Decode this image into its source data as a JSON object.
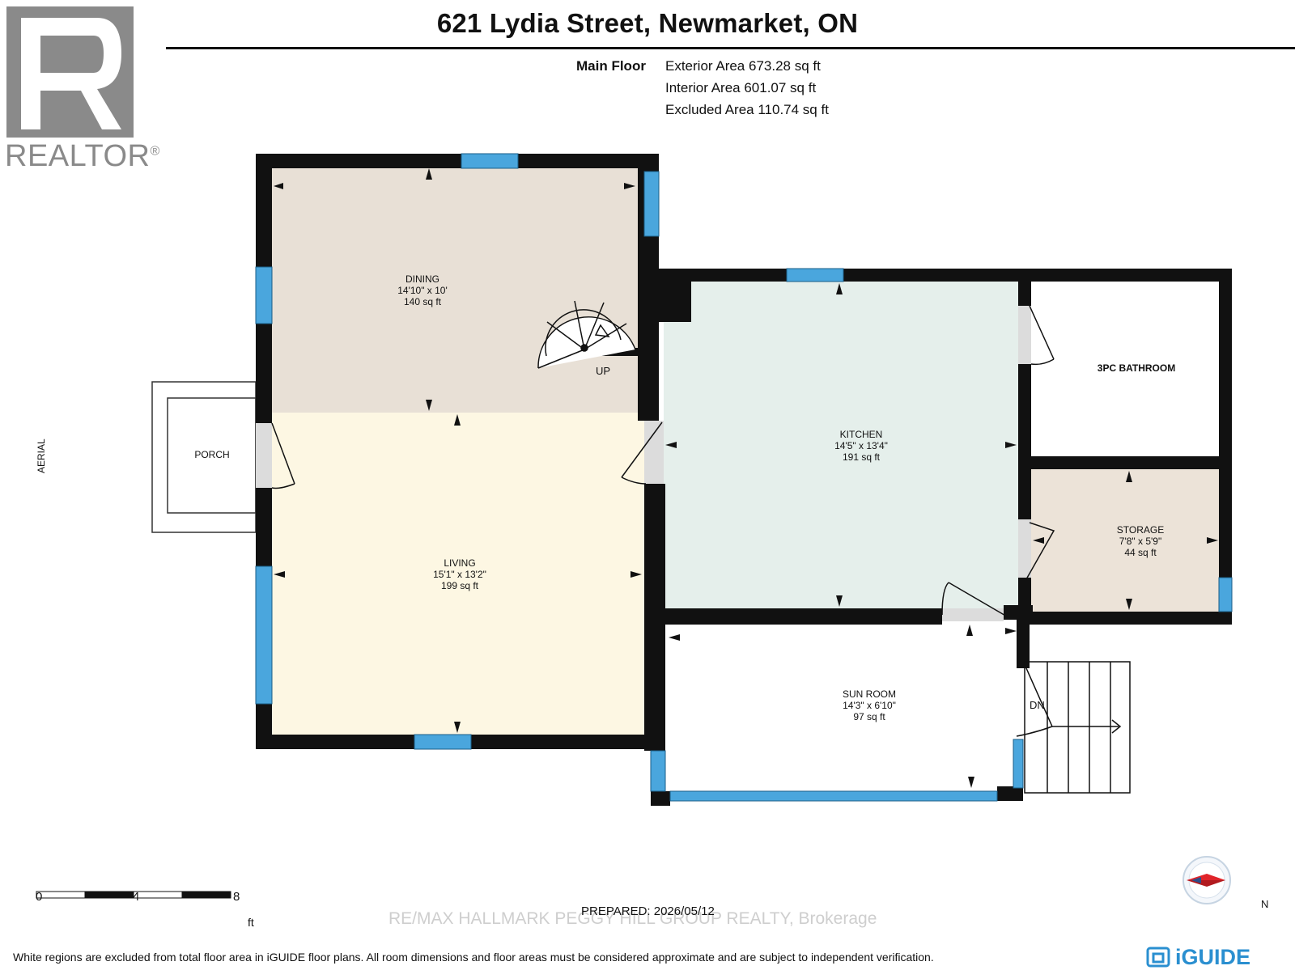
{
  "header": {
    "title": "621 Lydia Street, Newmarket, ON",
    "floor_name": "Main Floor",
    "exterior_area": "Exterior Area 673.28 sq ft",
    "interior_area": "Interior Area 601.07 sq ft",
    "excluded_area": "Excluded Area 110.74 sq ft"
  },
  "logo": {
    "text": "REALTOR",
    "mark": "®"
  },
  "rooms": {
    "dining": {
      "name": "DINING",
      "dims": "14'10\" x 10'",
      "area": "140 sq ft"
    },
    "living": {
      "name": "LIVING",
      "dims": "15'1\" x 13'2\"",
      "area": "199 sq ft"
    },
    "kitchen": {
      "name": "KITCHEN",
      "dims": "14'5\" x 13'4\"",
      "area": "191 sq ft"
    },
    "bathroom": {
      "name": "3PC BATHROOM"
    },
    "storage": {
      "name": "STORAGE",
      "dims": "7'8\" x 5'9\"",
      "area": "44 sq ft"
    },
    "sunroom": {
      "name": "SUN ROOM",
      "dims": "14'3\" x 6'10\"",
      "area": "97 sq ft"
    },
    "porch": {
      "name": "PORCH"
    }
  },
  "labels": {
    "stairs_up": "UP",
    "stairs_down": "DN",
    "aerial": "AERIAL"
  },
  "scale": {
    "ticks": [
      "0",
      "4",
      "8"
    ],
    "unit": "ft"
  },
  "compass": {
    "direction": "N"
  },
  "prepared": "PREPARED: 2026/05/12",
  "watermark": "RE/MAX HALLMARK PEGGY HILL GROUP REALTY, Brokerage",
  "footer_note": "White regions are excluded from total floor area in iGUIDE floor plans. All room dimensions and floor areas must be considered approximate and are subject to independent verification.",
  "brand": "iGUIDE",
  "colors": {
    "wall": "#111111",
    "window": "#4aa6dd",
    "dining": "#e8e0d6",
    "living": "#fdf7e3",
    "kitchen": "#e5efeb",
    "storage": "#ece3d8",
    "logo_grey": "#8a8a8a",
    "compass_red": "#e0242a",
    "brand_blue": "#2a8fd0"
  }
}
